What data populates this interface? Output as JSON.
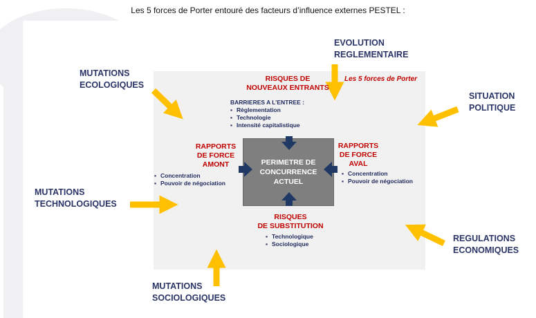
{
  "title": "Les 5 forces de Porter entouré des facteurs d’influence externes PESTEL :",
  "porter_label": "Les 5 forces de Porter",
  "core": [
    "PERIMETRE DE",
    "CONCURRENCE",
    "ACTUEL"
  ],
  "pestel": {
    "ecologiques": [
      "MUTATIONS",
      "ECOLOGIQUES"
    ],
    "reglementaire": [
      "EVOLUTION",
      "REGLEMENTAIRE"
    ],
    "politique": [
      "SITUATION",
      "POLITIQUE"
    ],
    "technologiques": [
      "MUTATIONS",
      "TECHNOLOGIQUES"
    ],
    "economiques": [
      "REGULATIONS",
      "ECONOMIQUES"
    ],
    "sociologiques": [
      "MUTATIONS",
      "SOCIOLOGIQUES"
    ]
  },
  "forces": {
    "entrants": {
      "title": [
        "RISQUES DE",
        "NOUVEAUX ENTRANTS"
      ],
      "sub": "BARRIERES A L’ENTREE :",
      "items": [
        "Règlementation",
        "Technologie",
        "Intensité capitalistique"
      ]
    },
    "amont": {
      "title": [
        "RAPPORTS",
        "DE FORCE",
        "AMONT"
      ],
      "items": [
        "Concentration",
        "Pouvoir de négociation"
      ]
    },
    "aval": {
      "title": [
        "RAPPORTS",
        "DE FORCE",
        "AVAL"
      ],
      "items": [
        "Concentration",
        "Pouvoir de négociation"
      ]
    },
    "substitution": {
      "title": [
        "RISQUES",
        "DE SUBSTITUTION"
      ],
      "items": [
        "Technologique",
        "Sociologique"
      ]
    }
  },
  "colors": {
    "yellow": "#ffc000",
    "navy": "#1f3864",
    "red": "#c00000",
    "text_blue": "#2b3467"
  }
}
